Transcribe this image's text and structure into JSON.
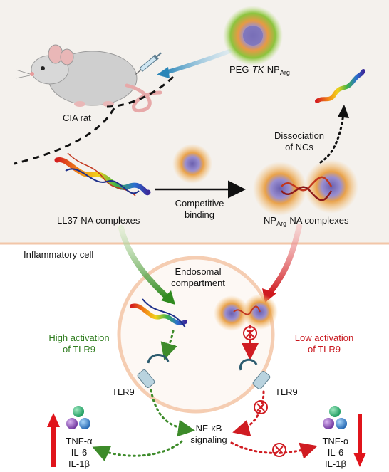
{
  "labels": {
    "peg_prefix": "PEG-",
    "peg_tk": "TK",
    "peg_np": "-NP",
    "peg_sub": "Arg",
    "cia_rat": "CIA rat",
    "dissociation_line1": "Dissociation",
    "dissociation_line2": "of NCs",
    "competitive_line1": "Competitive",
    "competitive_line2": "binding",
    "ll37_complexes": "LL37-NA complexes",
    "np_prefix": "NP",
    "np_sub": "Arg",
    "np_suffix": "-NA complexes",
    "inflammatory_cell": "Inflammatory cell",
    "endosomal_line1": "Endosomal",
    "endosomal_line2": "compartment",
    "high_activation_line1": "High activation",
    "high_activation_line2": "of TLR9",
    "low_activation_line1": "Low activation",
    "low_activation_line2": "of TLR9",
    "tlr9_left": "TLR9",
    "tlr9_right": "TLR9",
    "nfkb_line1": "NF-κB",
    "nfkb_line2": "signaling",
    "cyto_left_1": "TNF-α",
    "cyto_left_2": "IL-6",
    "cyto_left_3": "IL-1β",
    "cyto_right_1": "TNF-α",
    "cyto_right_2": "IL-6",
    "cyto_right_3": "IL-1β"
  },
  "colors": {
    "background_top": "#f4f1ed",
    "divider": "#f2c6a8",
    "endosome_ring": "#f5cdb2",
    "green_path": "#3d8b2a",
    "red_path": "#d01c22",
    "arrow_up_red": "#e0141b",
    "nanoparticle_orange": "#e8a046",
    "nanoparticle_core": "#7b72b8",
    "peg_green": "#7cbb3a",
    "cytokine_green": "#2db56b",
    "cytokine_purple": "#8a4fb8",
    "cytokine_blue": "#2a7fd0"
  }
}
